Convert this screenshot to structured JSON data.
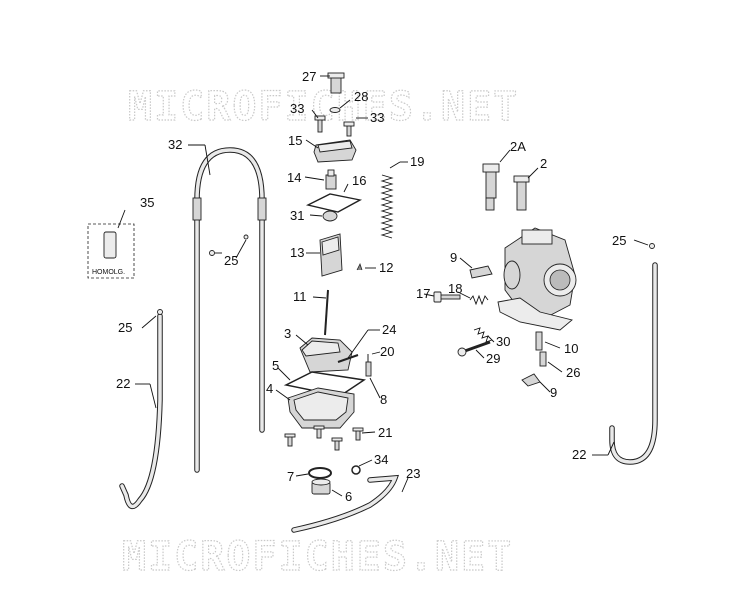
{
  "watermark": "MICROFICHES.NET",
  "homolog_label": "HOMOLG.",
  "callouts": [
    "27",
    "28",
    "33",
    "33",
    "15",
    "14",
    "16",
    "19",
    "31",
    "13",
    "12",
    "11",
    "32",
    "35",
    "25",
    "25",
    "25",
    "22",
    "22",
    "3",
    "24",
    "5",
    "20",
    "4",
    "8",
    "21",
    "7",
    "34",
    "6",
    "23",
    "2A",
    "2",
    "9",
    "17",
    "18",
    "30",
    "29",
    "10",
    "26",
    "9"
  ]
}
